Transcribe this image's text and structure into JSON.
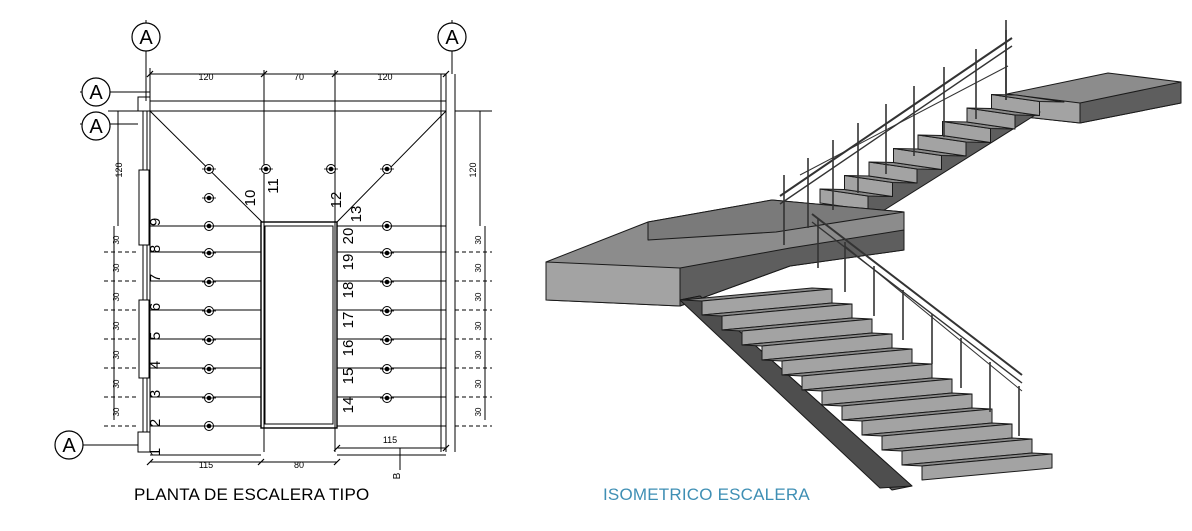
{
  "plan": {
    "title": "PLANTA  DE ESCALERA TIPO",
    "grid_label": "A",
    "cut_label": "B",
    "dims_top": [
      "120",
      "70",
      "120"
    ],
    "dims_bottom": [
      "115",
      "80"
    ],
    "dim_bottom_right": "115",
    "dim_side_top": "120",
    "dim_step": "30",
    "steps_left": [
      "1",
      "2",
      "3",
      "4",
      "5",
      "6",
      "7",
      "8",
      "9"
    ],
    "steps_landing": [
      "10",
      "11",
      "12",
      "13"
    ],
    "steps_right": [
      "14",
      "15",
      "16",
      "17",
      "18",
      "19",
      "20"
    ]
  },
  "iso": {
    "title": "ISOMETRICO ESCALERA",
    "colors": {
      "top": "#8c8c8c",
      "riser": "#a3a3a3",
      "side": "#5e5e5e",
      "edge": "#1a1a1a",
      "caption": "#3f8fb4"
    }
  }
}
